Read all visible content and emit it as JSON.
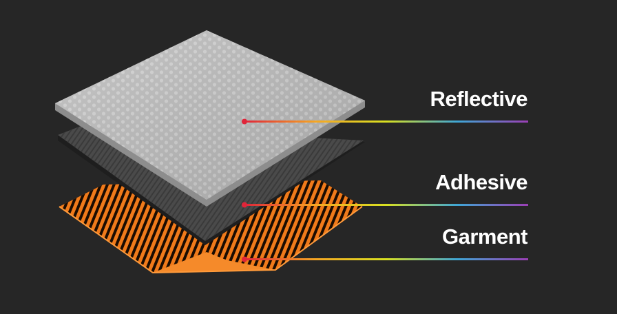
{
  "background_color": "#262626",
  "layers": [
    {
      "id": "reflective",
      "label": "Reflective",
      "color": "#bdbdbd"
    },
    {
      "id": "adhesive",
      "label": "Adhesive",
      "color": "#4a4a4a"
    },
    {
      "id": "garment",
      "label": "Garment",
      "color": "#f07a1a"
    }
  ],
  "callout_gradient": [
    "#e0253a",
    "#f5a623",
    "#d8e021",
    "#3fa7d6",
    "#9b3fb5"
  ],
  "callout_dot_color": "#e0253a"
}
